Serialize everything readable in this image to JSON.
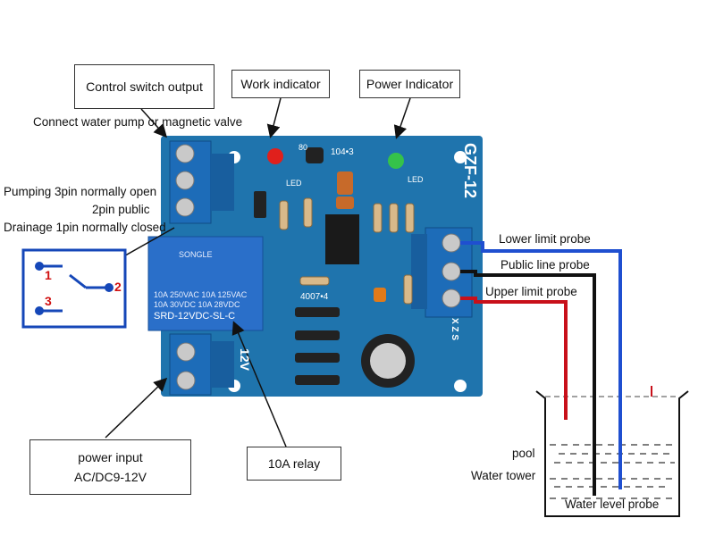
{
  "labels": {
    "control_switch_output": "Control switch output",
    "work_indicator": "Work indicator",
    "power_indicator": "Power Indicator",
    "connect_pump": "Connect water pump or magnetic valve",
    "pumping_pin": "Pumping 3pin normally open",
    "public_pin": "2pin public",
    "drainage_pin": "Drainage 1pin normally closed",
    "lower_limit": "Lower limit probe",
    "public_line": "Public line probe",
    "upper_limit": "Upper limit probe",
    "pool": "pool",
    "water_tower": "Water tower",
    "water_level_probe": "Water level probe",
    "power_input": "power input",
    "power_voltage": "AC/DC9-12V",
    "relay": "10A relay"
  },
  "switch_diagram": {
    "pin1": "1",
    "pin2": "2",
    "pin3": "3"
  },
  "board_text": {
    "model": "GZF-12",
    "led_left": "LED",
    "led_right": "LED",
    "cap_code": "104•3",
    "diode_code": "4007•4",
    "transistor_code": "80",
    "voltage": "12V",
    "terminal_letters": "X Z S",
    "relay_brand": "SONGLE",
    "relay_line1": "10A 250VAC  10A 125VAC",
    "relay_line2": "10A  30VDC  10A  28VDC",
    "relay_model": "SRD-12VDC-SL-C"
  },
  "colors": {
    "pcb": "#1f74ad",
    "relay": "#2a6fc9",
    "terminal": "#1d6cb8",
    "wire_blue": "#1f4fd0",
    "wire_red": "#c8101a",
    "wire_black": "#111111",
    "diagram_blue": "#1547b8"
  }
}
